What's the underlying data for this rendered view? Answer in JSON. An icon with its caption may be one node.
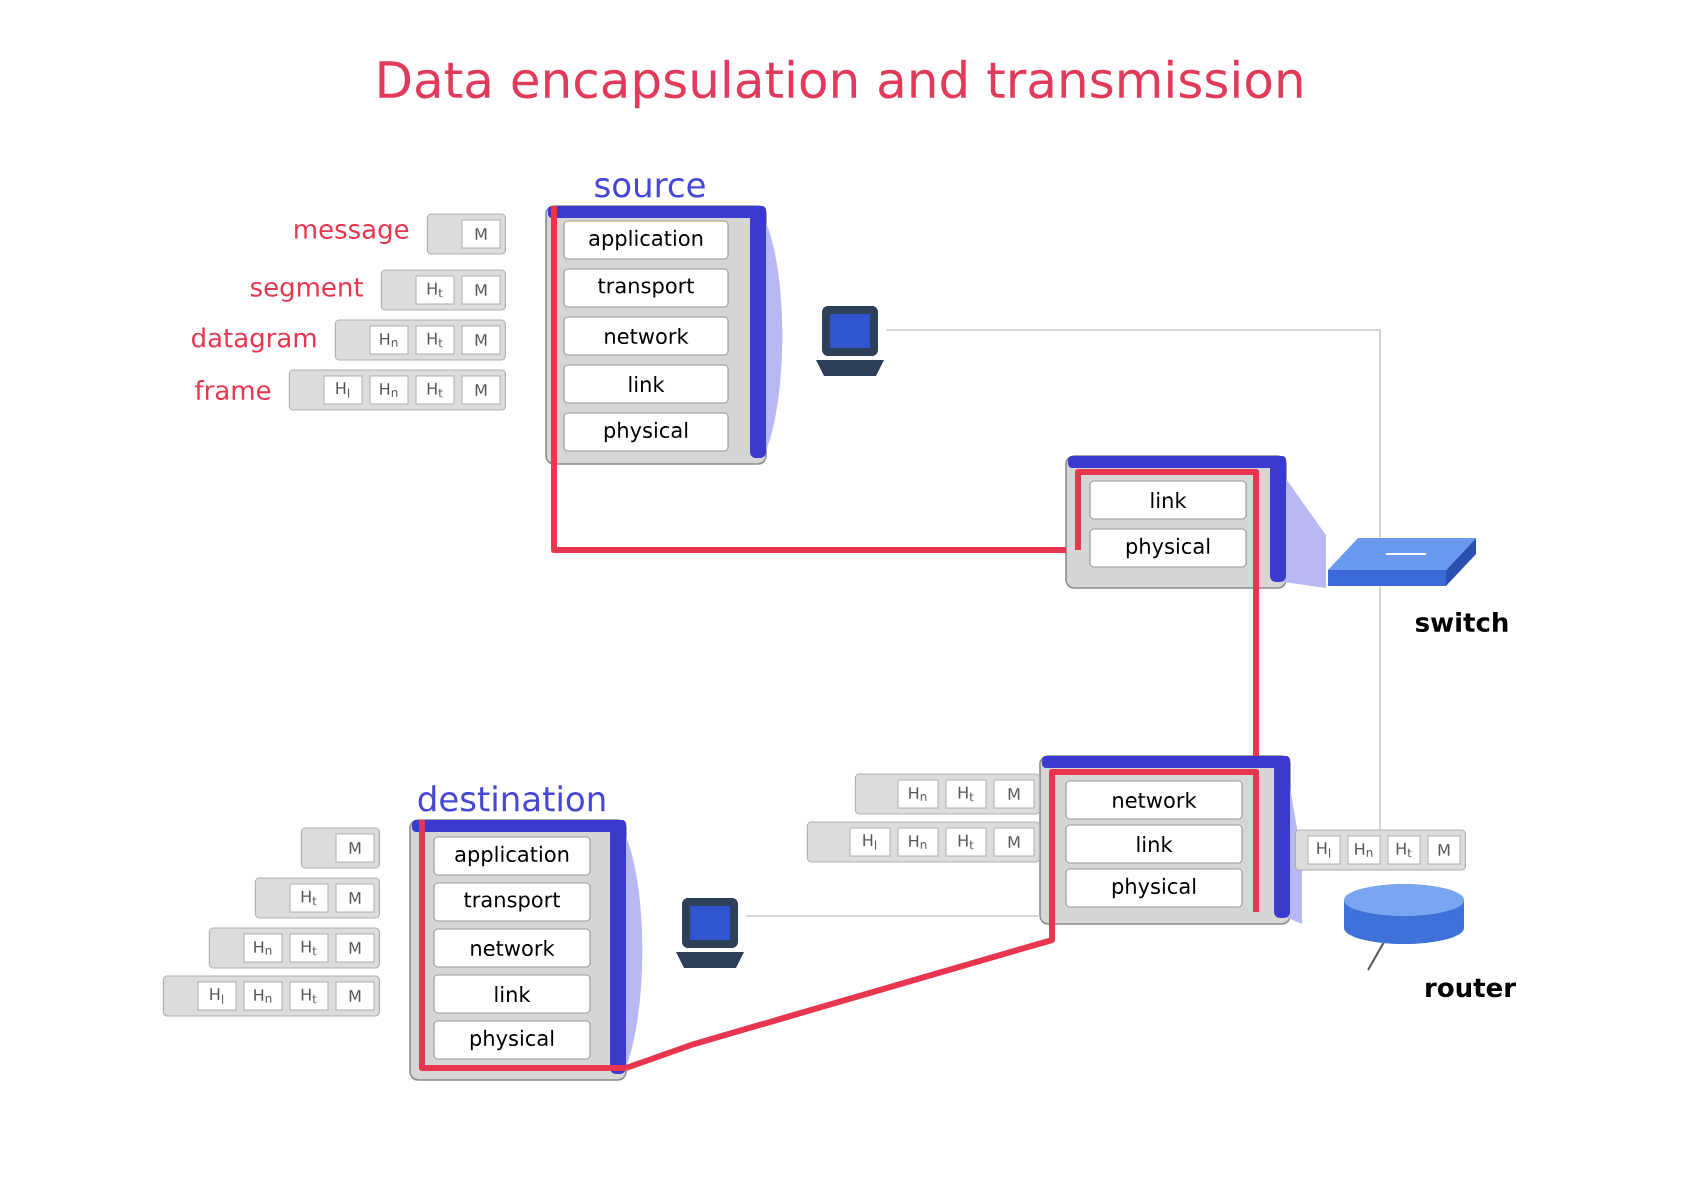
{
  "diagram": {
    "title": "Data encapsulation and transmission",
    "nodes": [
      {
        "text": [
          "source"
        ]
      },
      {
        "text": [
          "application"
        ],
        "in": 0
      },
      {
        "text": [
          "transport"
        ],
        "in": 0
      },
      {
        "text": [
          "network"
        ],
        "in": 0
      },
      {
        "text": [
          "link"
        ],
        "in": 0
      },
      {
        "text": [
          "physical"
        ],
        "in": 0
      },
      {
        "text": [
          "M"
        ],
        "beside": [
          "message"
        ]
      },
      {
        "text": [
          "H$_{t}$",
          "M"
        ],
        "beside": [
          "segment"
        ]
      },
      {
        "text": [
          "H$_{n}$",
          "H$_{t}$",
          "M"
        ],
        "beside": [
          "datagram"
        ]
      },
      {
        "text": [
          "H$_{l}$",
          "H$_{n}$",
          "H$_{t}$",
          "M"
        ],
        "beside": [
          "frame"
        ]
      },
      {
        "text": [],
        "shape": "picture"
      },
      {
        "text": [],
        "shape": "box"
      },
      {
        "text": [
          "link"
        ],
        "in": 11
      },
      {
        "text": [
          "physical"
        ],
        "in": 11
      },
      {
        "text": [],
        "shape": "picture",
        "beside": [
          "switch"
        ]
      },
      {
        "text": [],
        "shape": "box"
      },
      {
        "text": [
          "network"
        ],
        "in": 15
      },
      {
        "text": [
          "link"
        ],
        "in": 15
      },
      {
        "text": [
          "physical"
        ],
        "in": 15
      },
      {
        "text": [
          "H$_{n}$",
          "H$_{t}$",
          "M"
        ]
      },
      {
        "text": [
          "H$_{l}$",
          "H$_{n}$",
          "H$_{t}$",
          "M"
        ]
      },
      {
        "text": [
          "H$_{l}$",
          "H$_{n}$",
          "H$_{t}$",
          "M"
        ]
      },
      {
        "text": [],
        "shape": "cylinder",
        "beside": [
          "router"
        ]
      },
      {
        "text": [
          "destination"
        ]
      },
      {
        "text": [
          "application"
        ],
        "in": 23
      },
      {
        "text": [
          "transport"
        ],
        "in": 23
      },
      {
        "text": [
          "network"
        ],
        "in": 23
      },
      {
        "text": [
          "link"
        ],
        "in": 23
      },
      {
        "text": [
          "physical"
        ],
        "in": 23
      },
      {
        "text": [
          "M"
        ]
      },
      {
        "text": [
          "H$_{t}$",
          "M"
        ]
      },
      {
        "text": [
          "H$_{n}$",
          "H$_{t}$",
          "M"
        ]
      },
      {
        "text": [
          "H$_{l}$",
          "H$_{n}$",
          "H$_{t}$",
          "M"
        ]
      },
      {
        "text": [],
        "shape": "picture"
      }
    ],
    "edges": [
      {
        "from": 0,
        "to": 11,
        "arrow": "none",
        "style": "thick",
        "color": "#e8364f"
      },
      {
        "from": 11,
        "to": 15,
        "arrow": "none",
        "style": "thick",
        "color": "#e8364f"
      },
      {
        "from": 15,
        "to": 23,
        "arrow": "none",
        "style": "thick",
        "color": "#e8364f"
      },
      {
        "from": 10,
        "to": 14,
        "arrow": "none",
        "color": "#c8c8c8"
      },
      {
        "from": 14,
        "to": 21,
        "arrow": "none",
        "color": "#c8c8c8"
      },
      {
        "from": 15,
        "to": 33,
        "arrow": "none",
        "color": "#c8c8c8"
      }
    ]
  }
}
